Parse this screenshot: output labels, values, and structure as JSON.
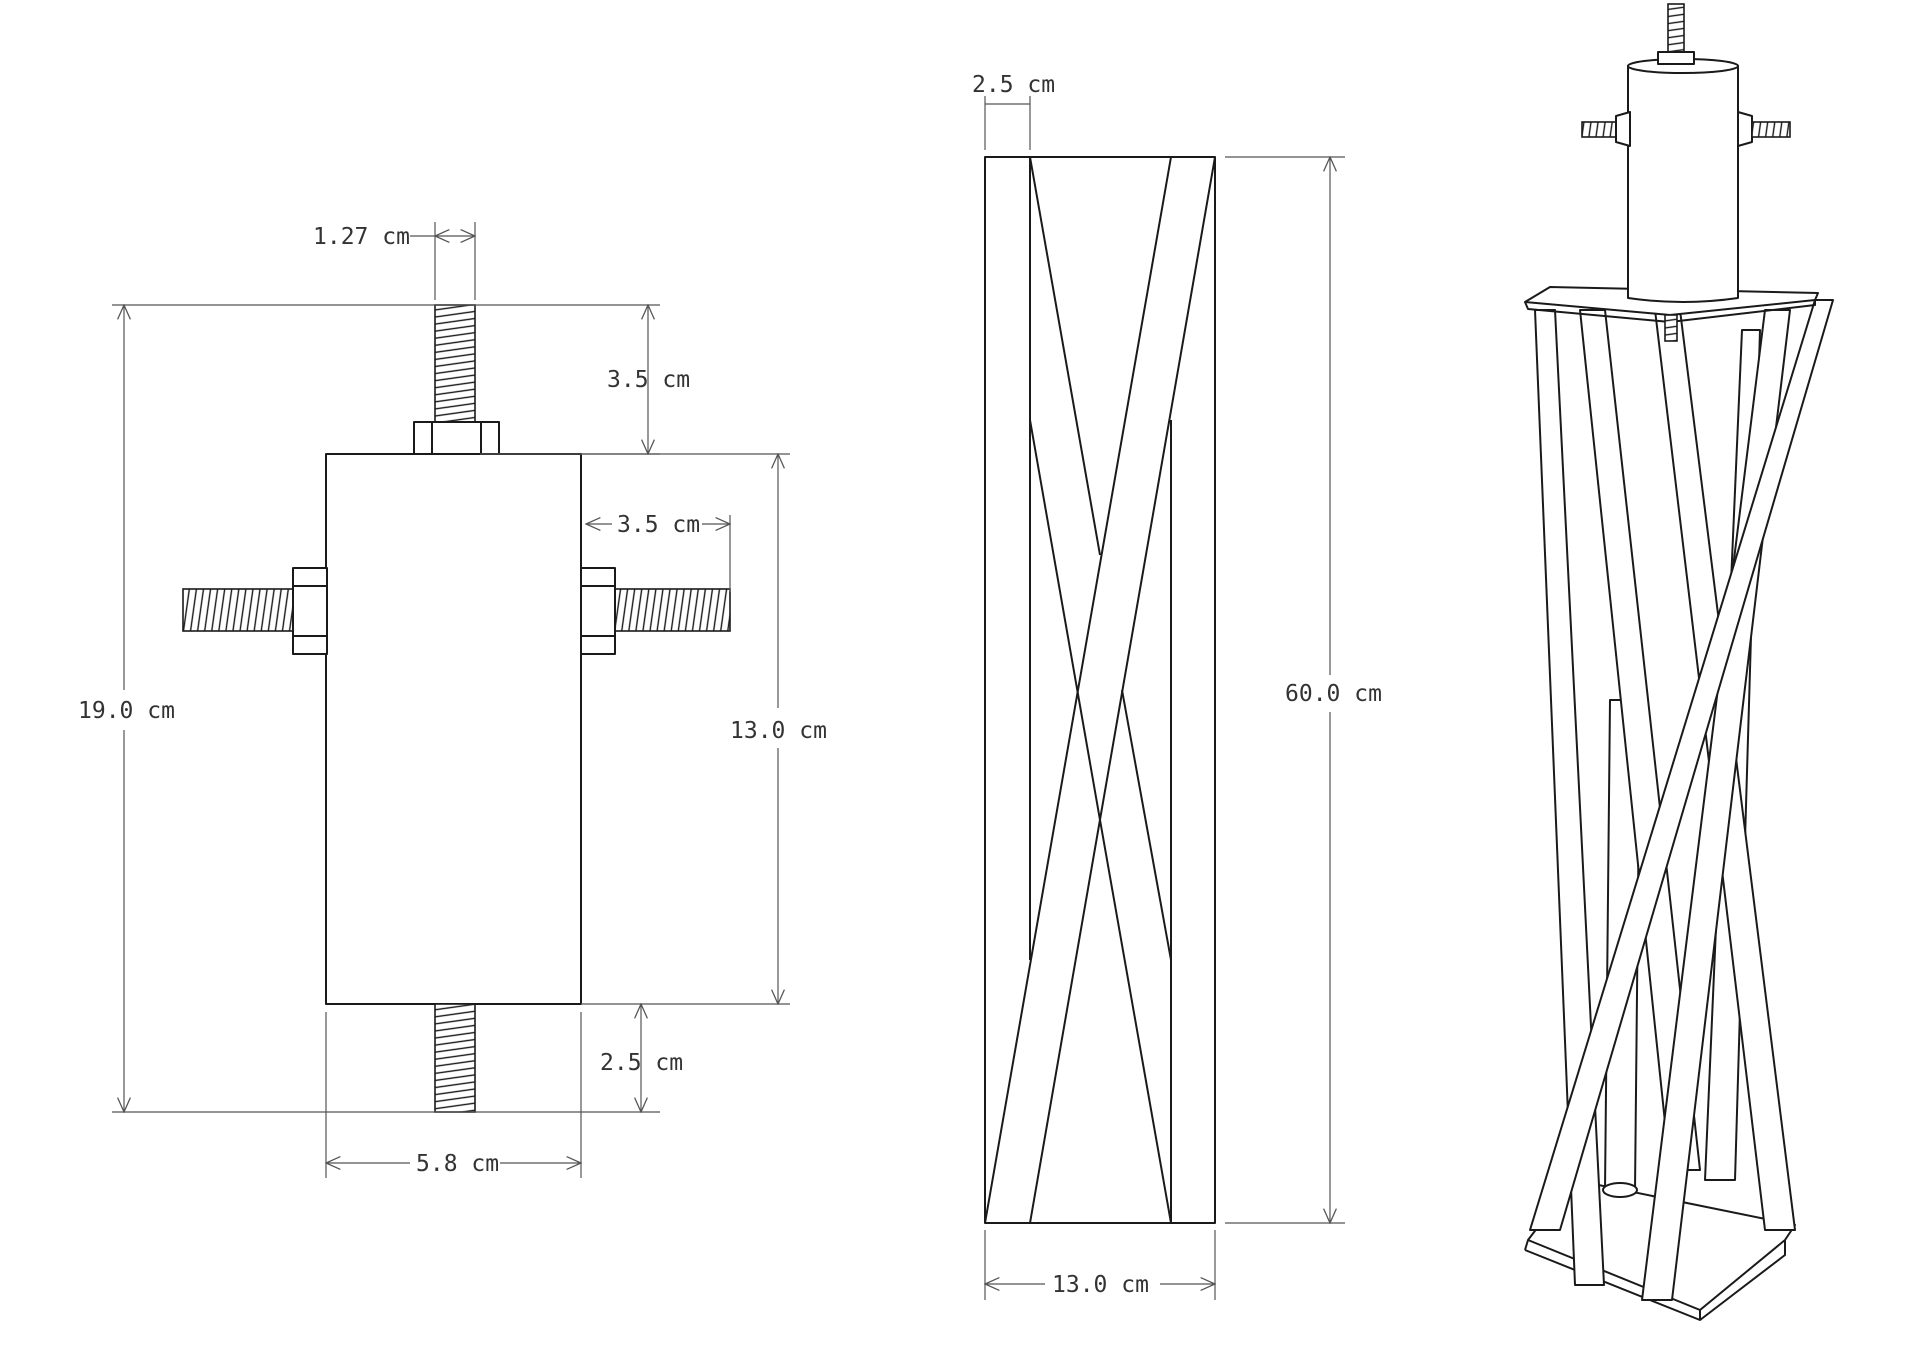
{
  "dimensions": {
    "bolt_diameter": "1.27 cm",
    "top_bolt_length": "3.5 cm",
    "side_bolt_length": "3.5 cm",
    "total_height": "19.0 cm",
    "body_height": "13.0 cm",
    "bottom_bolt_length": "2.5 cm",
    "body_width": "5.8 cm",
    "leg_width": "2.5 cm",
    "stand_height": "60.0 cm",
    "stand_width": "13.0 cm"
  },
  "colors": {
    "line": "#1a1a1a",
    "dimension_line": "#555555",
    "text": "#333333",
    "background": "#ffffff"
  }
}
